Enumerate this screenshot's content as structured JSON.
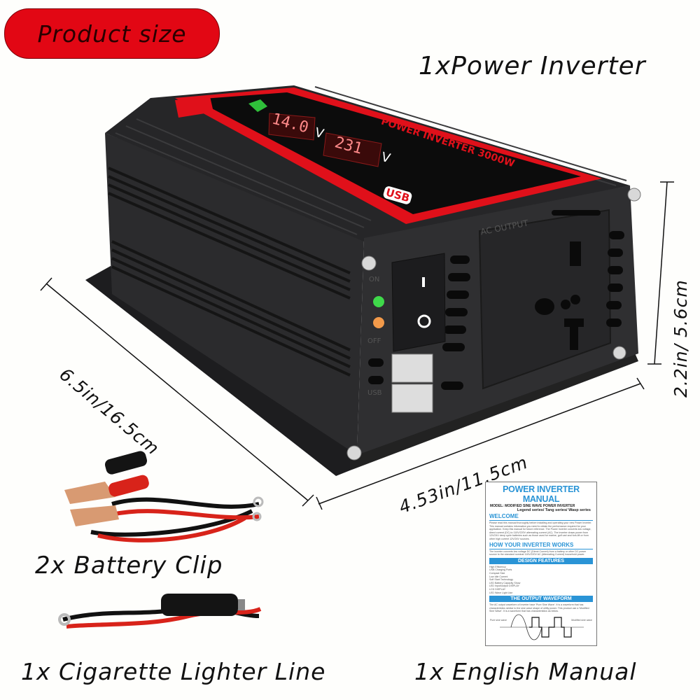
{
  "badge": {
    "label": "Product size",
    "color": "#e20714"
  },
  "items": {
    "inverter": "1xPower Inverter",
    "battery_clip": "2x Battery Clip",
    "lighter_line": "1x Cigarette Lighter Line",
    "manual": "1x English Manual"
  },
  "dimensions": {
    "length": "6.5in/16.5cm",
    "width": "4.53in/11.5cm",
    "height": "2.2in/ 5.6cm"
  },
  "inverter": {
    "title": "POWER INVERTER 3000W",
    "display_input": "14.0",
    "display_input_unit": "V",
    "display_output": "231",
    "display_output_unit": "V",
    "usb_badge": "USB",
    "ac_output_label": "AC OUTPUT",
    "switch_on_symbol": "I",
    "switch_off_symbol": "O",
    "led_on_label": "ON",
    "led_off_label": "OFF",
    "usb_label": "USB",
    "colors": {
      "body": "#2b2b2d",
      "accent": "#e0101a",
      "led_on": "#3fd94a",
      "led_off": "#f39a4a"
    }
  },
  "manual": {
    "title": "POWER INVERTER MANUAL",
    "model": "MODEL:  MODIFIED SINE WAVE POWER INVERTER",
    "series": "Legend series/ Tang series/ Wasp series",
    "welcome_heading": "WELCOME",
    "welcome_text": "Please read this manual thoroughly before installing and operating your new Power Inverter. This manual contains information you need to obtain the performance required for your application. Keep this manual for future reference. The Power Inverter converts low voltage, direct current (DC) to 110V/220V alternating current (AC). The inverter draws power from 12V/24V deep cycle batteries such as those used for marine, golf cart and fork-lift or from other high current 12V/24V sources.",
    "how_heading": "HOW YOUR INVERTER WORKS",
    "how_text": "The inverter converts low voltage DC (Direct Current) from a battery or other DC power source to the standard nominal 110V/220V AC (Alternating Current) household power.",
    "features_heading": "DESIGN FEATURES",
    "features": [
      "High Efficiency",
      "USB Charging Ports",
      "Compact Size",
      "Low Idle Current",
      "Soft Start Technology",
      "LED Battery Capacity Show",
      "LED Input/output DISPLAY",
      "LCD DISPLAY",
      "LED Wave Light Use"
    ],
    "waveform_heading": "THE OUTPUT WAVEFORM",
    "waveform_text": "The AC output waveform of inverter have 'Pure Sine Wave'. It is a waveform that has characteristics similar to the sine wave shape of utility power. This product use a 'Modified Sine Wave'. It is a waveform that has characteristics as below.",
    "wave_label_left": "Pure sine wave",
    "wave_label_right": "Modified sine wave"
  }
}
